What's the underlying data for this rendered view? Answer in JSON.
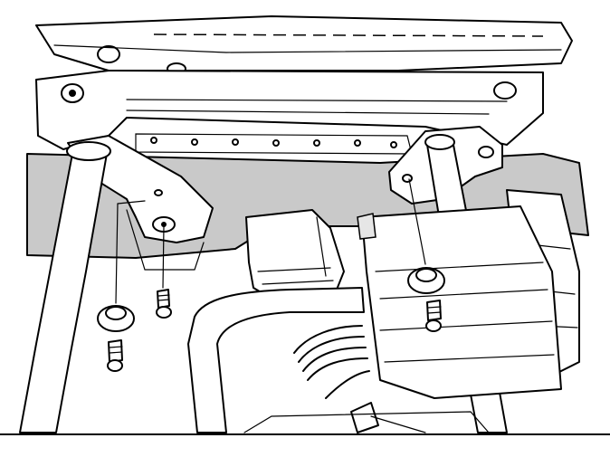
{
  "diagram": {
    "background": "#ffffff",
    "line_color": "#000000",
    "shade_color": "#c9c9c9",
    "parts": [
      {
        "name": "crossmember-frame"
      },
      {
        "name": "mounting-bracket"
      },
      {
        "name": "support-tube-left"
      },
      {
        "name": "support-tube-right"
      },
      {
        "name": "electrical-connector"
      },
      {
        "name": "control-module"
      },
      {
        "name": "wiring-harness"
      },
      {
        "name": "bolt-with-washer-left"
      },
      {
        "name": "bolt-center"
      },
      {
        "name": "bolt-with-washer-right"
      }
    ]
  }
}
